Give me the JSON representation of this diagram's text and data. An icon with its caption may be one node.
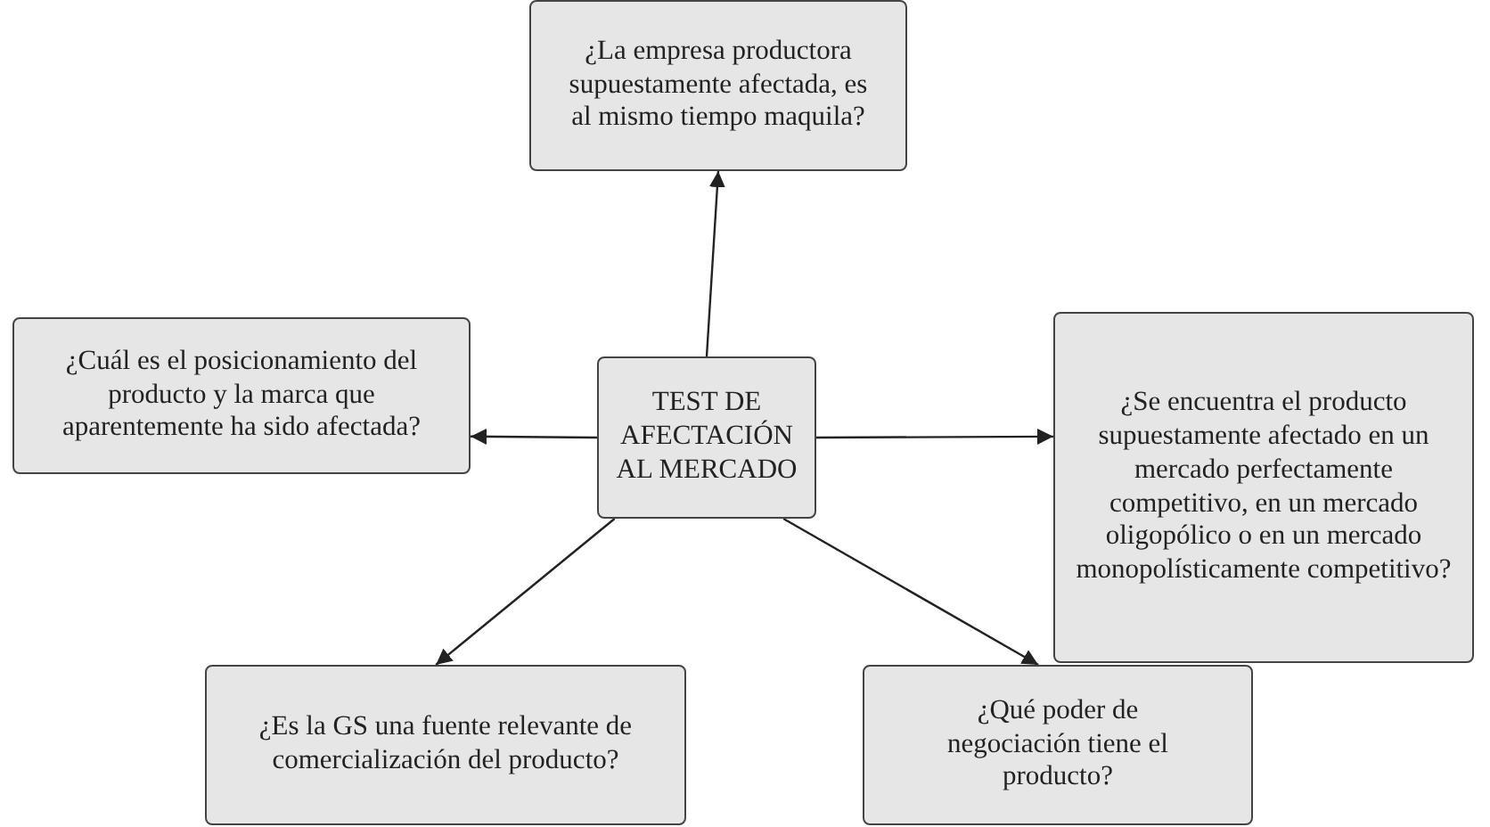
{
  "diagram": {
    "nodes": [
      {
        "text": [
          "TEST DE AFECTACIÓN AL MERCADO"
        ]
      },
      {
        "text": [
          "¿La empresa productora supuestamente afectada, es al mismo tiempo maquila?"
        ]
      },
      {
        "text": [
          "¿Cuál es el posicionamiento del producto y la marca que aparentemente ha sido afectada?"
        ]
      },
      {
        "text": [
          "¿Se encuentra el producto supuestamente afectado en un mercado perfectamente competitivo, en un mercado oligopólico o en un mercado monopolísticamente competitivo?"
        ]
      },
      {
        "text": [
          "¿Es la GS una fuente relevante de comercialización del producto?"
        ]
      },
      {
        "text": [
          "¿Qué poder de negociación tiene el producto?"
        ]
      }
    ],
    "edges": [
      {
        "from": 0,
        "to": 1,
        "arrow": "to"
      },
      {
        "from": 0,
        "to": 2,
        "arrow": "to"
      },
      {
        "from": 0,
        "to": 3,
        "arrow": "to"
      },
      {
        "from": 0,
        "to": 4,
        "arrow": "to"
      },
      {
        "from": 0,
        "to": 5,
        "arrow": "to"
      }
    ]
  }
}
